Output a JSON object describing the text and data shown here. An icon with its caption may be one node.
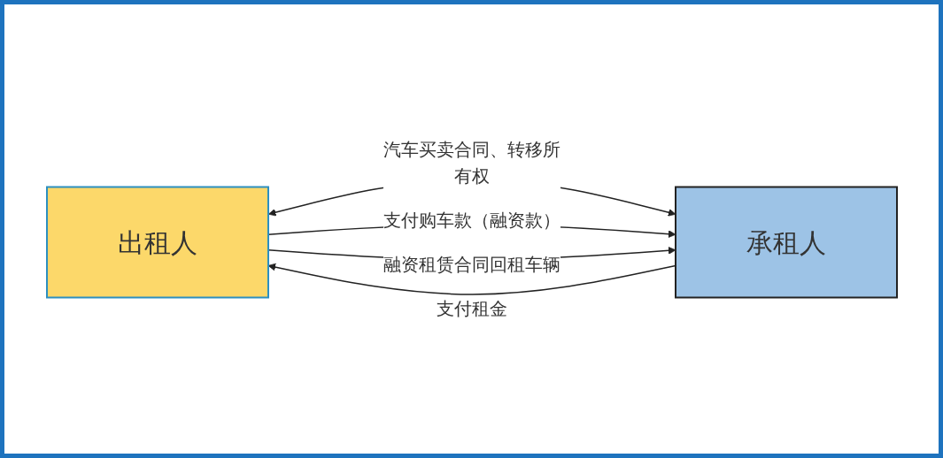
{
  "diagram": {
    "nodes": [
      {
        "text": [
          "出租人"
        ]
      },
      {
        "text": [
          "承租人"
        ]
      }
    ],
    "edges": [
      {
        "from": 0,
        "to": 1,
        "arrow": "both",
        "label": "汽车买卖合同、转移所有权"
      },
      {
        "from": 0,
        "to": 1,
        "arrow": "to",
        "label": "支付购车款（融资款）"
      },
      {
        "from": 0,
        "to": 1,
        "arrow": "to",
        "label": "融资租赁合同回租车辆"
      },
      {
        "from": 1,
        "to": 0,
        "arrow": "to",
        "label": "支付租金"
      }
    ]
  }
}
